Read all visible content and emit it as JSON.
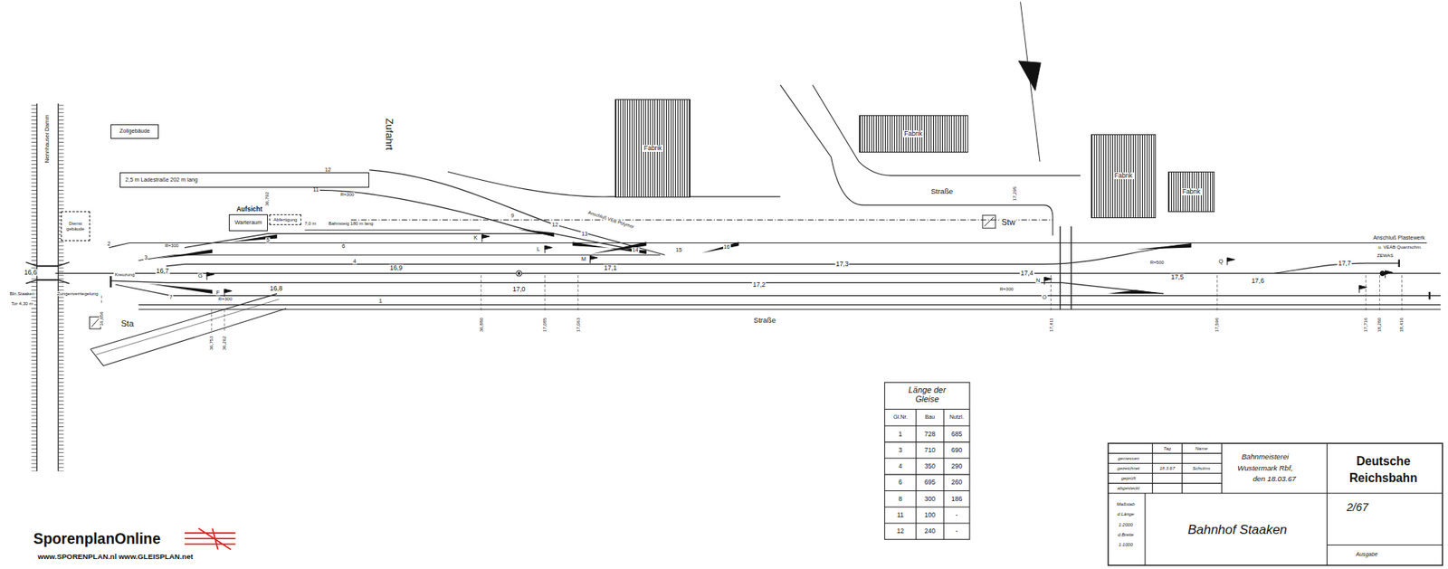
{
  "diagram": {
    "title": "Bahnhof Staaken",
    "nodes": [
      {
        "text": [
          "Zollgebäude"
        ]
      },
      {
        "text": [
          "Dienst gebäude"
        ]
      },
      {
        "text": [
          "2,5 m Ladestraße 202 m lang"
        ]
      },
      {
        "text": [
          "Warteraum"
        ]
      },
      {
        "text": [
          "Abfertigung"
        ]
      },
      {
        "text": [
          "Fabrik"
        ]
      },
      {
        "text": [
          "Fabrik"
        ]
      },
      {
        "text": [
          "Fabrik"
        ]
      },
      {
        "text": [
          "Fabrik"
        ]
      }
    ],
    "labels": [
      "Nennhauser Damm",
      "12",
      "11",
      "R=300",
      "Zufahrt",
      "36,792",
      "Aufsicht",
      "7,0 m",
      "Bahnsteig 180 m lang",
      "2",
      "3",
      "R=300",
      "5",
      "6",
      "4",
      "9",
      "13",
      "14",
      "15",
      "16",
      "K",
      "L",
      "M",
      "16,6",
      "16,7",
      "G",
      "16,8",
      "16,9",
      "17,0",
      "17,1",
      "17,2",
      "17,3",
      "17,4",
      "N",
      "O",
      "R=300",
      "17,5",
      "R=500",
      "Q",
      "17,6",
      "17,7",
      "Anschluß Plastewerk",
      "u. VEAB Quarzschm.",
      "ZEWAS",
      "F",
      "R=300",
      "7",
      "1",
      "Kreuzung",
      "Bln.Staaken",
      "Tor 4,30 m",
      "Zungenverriegelung",
      "16,656",
      "Sta",
      "Straße",
      "36,753",
      "36,262",
      "36,880",
      "17,085",
      "17,063",
      "17,411",
      "17,596",
      "17,716",
      "18,280",
      "18,416",
      "Straße",
      "17,295",
      "Stw",
      "Anschluß VEB Polymer",
      "12",
      "Länge der Gleise",
      "Gl.Nr.",
      "Bau",
      "Nutzl.",
      "1",
      "728",
      "685",
      "3",
      "710",
      "690",
      "4",
      "350",
      "290",
      "6",
      "695",
      "260",
      "8",
      "300",
      "186",
      "11",
      "100",
      "-",
      "12",
      "240",
      "-",
      "gemessen",
      "gezeichnet",
      "geprüft",
      "abgesteckt",
      "Tag",
      "Name",
      "18.3.67",
      "Schulms",
      "Bahnmeisterei",
      "Wustermark Rbf,",
      "den 18.03.67",
      "Deutsche",
      "Reichsbahn",
      "Maßstab",
      "d.Länge",
      "1:2000",
      "d.Breite",
      "1:1000",
      "2/67",
      "Ausgabe",
      "SporenplanOnline",
      "www.SPORENPLAN.nl www.GLEISPLAN.net"
    ]
  }
}
